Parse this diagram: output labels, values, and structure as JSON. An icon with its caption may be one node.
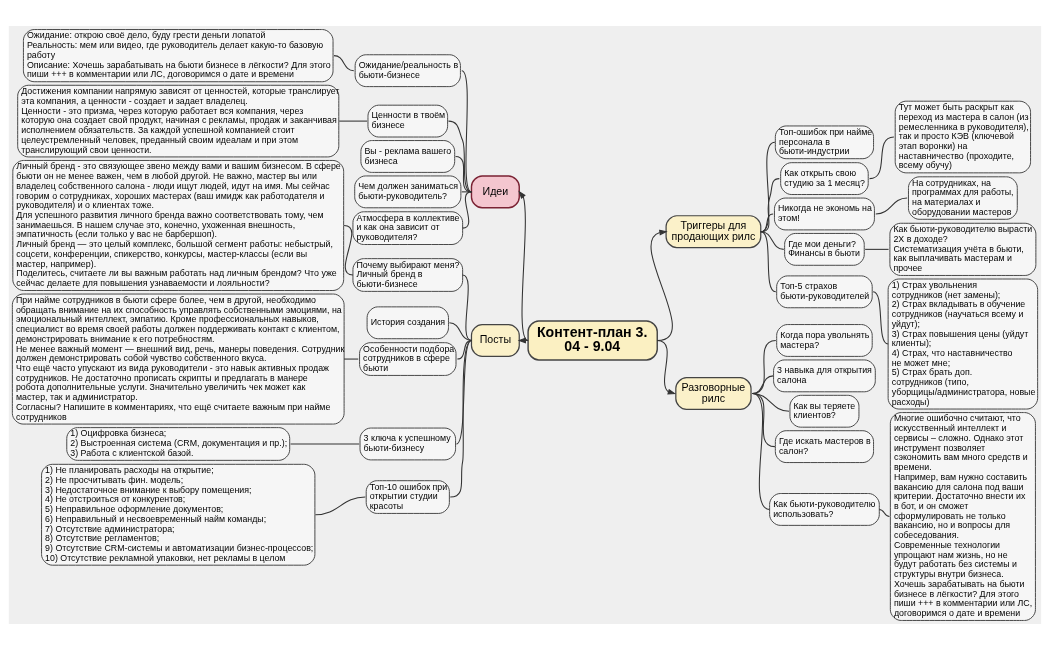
{
  "diagram": {
    "nodes": [
      {
        "text": [
          "Контент-план 3. 04 - 9.04"
        ]
      },
      {
        "text": [
          "Идеи"
        ]
      },
      {
        "text": [
          "Ожидание/реальность в бьюти-бизнесе"
        ]
      },
      {
        "text": [
          "Ожидание: открою своё дело, буду грести деньги лопатой",
          "Реальность: мем или видео, где руководитель делает какую-то базовую работу",
          "Описание: Хочешь зарабатывать на бьюти бизнесе в лёгкости? Для этого пиши +++ в комментарии или ЛС, договоримся о дате и времени"
        ]
      },
      {
        "text": [
          "Ценности в твоём бизнесе"
        ]
      },
      {
        "text": [
          "Достижения компании напрямую зависят от ценностей, которые транслирует эта компания, а ценности - создает и задает владелец.",
          "Ценности - это призма, через которую работает вся компания, через которую она создает свой продукт, начиная с рекламы, продаж и заканчивая исполнением обязательств. За каждой успешной компанией стоит целеустремленный человек, преданный своим идеалам и при этом транслирующий свои ценности."
        ]
      },
      {
        "text": [
          "Вы - реклама вашего бизнеса"
        ]
      },
      {
        "text": [
          "Чем должен заниматься бьюти-руководитель?"
        ]
      },
      {
        "text": [
          "Атмосфера в коллективе и как она зависит от руководителя?"
        ]
      },
      {
        "text": [
          "Триггеры для продающих рилс"
        ]
      },
      {
        "text": [
          "Топ-ошибок при найме персонала в бьюти-индустрии"
        ]
      },
      {
        "text": [
          "Как открыть свою студию за 1 месяц?"
        ]
      },
      {
        "text": [
          "Тут может быть раскрыт как переход из мастера в салон (из ремесленника в руководителя), так и просто КЭВ (ключевой этап воронки) на наставничество (проходите, всему обучу)"
        ]
      },
      {
        "text": [
          "Никогда не экономь на этом!"
        ]
      },
      {
        "text": [
          "На сотрудниках, на программах для работы, на материалах и оборудовании мастеров"
        ]
      },
      {
        "text": [
          "Где мои деньги? Финансы в бьюти"
        ]
      },
      {
        "text": [
          "Как бьюти-руководителю вырасти 2Х в доходе?",
          "Систематизация учёта в бьюти, как выплачивать мастерам и прочее"
        ]
      },
      {
        "text": [
          "Топ-5 страхов бьюти-руководителей"
        ]
      },
      {
        "text": [
          "1) Страх увольнения сотрудников (нет замены);",
          "2) Страх вкладывать в обучение сотрудников (научаться всему и уйдут);",
          "3) Страх повышения цены (уйдут клиенты);",
          "4) Страх, что наставничество не может мне;",
          "5) Страх брать доп. сотрудников (типо, уборщицы/администратора, новые расходы)"
        ]
      },
      {
        "text": [
          "Разговорные рилс"
        ]
      },
      {
        "text": [
          "Когда пора увольнять мастера?"
        ]
      },
      {
        "text": [
          "3 навыка для открытия салона"
        ]
      },
      {
        "text": [
          "Как вы теряете клиентов?"
        ]
      },
      {
        "text": [
          "Где искать мастеров в салон?"
        ]
      },
      {
        "text": [
          "Как бьюти-руководителю использовать?"
        ]
      },
      {
        "text": [
          "Многие ошибочно считают, что искусственный интеллект и сервисы – сложно. Однако этот инструмент позволяет сэкономить вам много средств и времени.",
          "Например, вам нужно составить вакансию для салона под ваши критерии. Достаточно внести их в бот, и он сможет сформулировать не только вакансию, но и вопросы для собеседования.",
          "Современные технологии упрощают нам жизнь, но не будут работать без системы и структуры внутри бизнеса. Хочешь зарабатывать на бьюти бизнесе в лёгкости? Для этого пиши +++ в комментарии или ЛС, договоримся о дате и времени"
        ]
      },
      {
        "text": [
          "Посты"
        ]
      },
      {
        "text": [
          "Почему выбирают меня? Личный бренд в бьюти-бизнесе"
        ]
      },
      {
        "text": [
          "Личный бренд - это связующее звено между вами и вашим бизнесом. В сфере бьюти он не менее важен, чем в любой другой. Не важно, мастер вы или владелец собственного салона - люди ищут людей, идут на имя. Мы сейчас говорим о сотрудниках, хороших мастерах (ваш имидж как работодателя и руководителя) и о клиентах тоже.",
          "Для успешного развития личного бренда важно соответствовать тому, чем занимаешься. В нашем случае это, конечно, ухоженная внешность, эмпатичность (если только у вас не барбершоп).",
          "Личный бренд — это целый комплекс, большой сегмент работы: небыстрый, соцсети, конференции, спикерство, конкурсы, мастер-классы (если вы мастер, например).",
          "Поделитесь, считаете ли вы важным работать над личным брендом? Что уже сейчас делаете для повышения узнаваемости и лояльности?"
        ]
      },
      {
        "text": [
          "История создания"
        ]
      },
      {
        "text": [
          "Особенности подбора сотрудников в сфере бьюти"
        ]
      },
      {
        "text": [
          "При найме сотрудников в бьюти сфере более, чем в другой, необходимо обращать внимание на их способность управлять собственными эмоциями, на эмоциональный интеллект, эмпатию. Кроме профессиональных навыков, специалист во время своей работы должен поддерживать контакт с клиентом, демонстрировать внимание к его потребностям.",
          "Не менее важный момент — внешний вид, речь, манеры поведения. Сотрудник должен демонстрировать собой чувство собственного вкуса.",
          "Что ещё часто упускают из вида руководители - это навык активных продаж сотрудников. Не достаточно прописать скрипты и предлагать в манере робота дополнительные услуги. Значительно увеличить чек может как мастер, так и администратор.",
          "Согласны? Напишите в комментариях, что ещё считаете важным при найме сотрудников"
        ]
      },
      {
        "text": [
          "3 ключа к успешному бьюти-бизнесу"
        ]
      },
      {
        "text": [
          "1) Оцифровка бизнеса;",
          "2) Выстроенная система (CRM, документация и пр.);",
          "3) Работа с клиентской базой."
        ]
      },
      {
        "text": [
          "Топ-10 ошибок при открытии студии красоты"
        ]
      },
      {
        "text": [
          "1) Не планировать расходы на открытие;",
          "2) Не просчитывать фин. модель;",
          "3) Недостаточное внимание к выбору помещения;",
          "4) Не отстроиться от конкурентов;",
          "5) Неправильное оформление документов;",
          "6) Неправильный и несвоевременный найм команды;",
          "7) Отсутствие администратора;",
          "8) Отсутствие регламентов;",
          "9) Отсутствие CRM-системы и автоматизации бизнес-процессов;",
          "10) Отсутствие рекламной упаковки, нет рекламы в целом"
        ]
      }
    ],
    "edges": [
      {
        "from": 0,
        "to": 1,
        "arrow": "to"
      },
      {
        "from": 0,
        "to": 9,
        "arrow": "to"
      },
      {
        "from": 0,
        "to": 19,
        "arrow": "to"
      },
      {
        "from": 0,
        "to": 26,
        "arrow": "to"
      },
      {
        "from": 1,
        "to": 2,
        "arrow": "none"
      },
      {
        "from": 2,
        "to": 3,
        "arrow": "none"
      },
      {
        "from": 1,
        "to": 4,
        "arrow": "none"
      },
      {
        "from": 4,
        "to": 5,
        "arrow": "none"
      },
      {
        "from": 1,
        "to": 6,
        "arrow": "none"
      },
      {
        "from": 1,
        "to": 7,
        "arrow": "none"
      },
      {
        "from": 1,
        "to": 8,
        "arrow": "none"
      },
      {
        "from": 9,
        "to": 10,
        "arrow": "none"
      },
      {
        "from": 9,
        "to": 11,
        "arrow": "none"
      },
      {
        "from": 11,
        "to": 12,
        "arrow": "none"
      },
      {
        "from": 9,
        "to": 13,
        "arrow": "none"
      },
      {
        "from": 13,
        "to": 14,
        "arrow": "none"
      },
      {
        "from": 9,
        "to": 15,
        "arrow": "none"
      },
      {
        "from": 15,
        "to": 16,
        "arrow": "none"
      },
      {
        "from": 9,
        "to": 17,
        "arrow": "none"
      },
      {
        "from": 17,
        "to": 18,
        "arrow": "none"
      },
      {
        "from": 19,
        "to": 20,
        "arrow": "none"
      },
      {
        "from": 19,
        "to": 21,
        "arrow": "none"
      },
      {
        "from": 19,
        "to": 22,
        "arrow": "none"
      },
      {
        "from": 19,
        "to": 23,
        "arrow": "none"
      },
      {
        "from": 19,
        "to": 24,
        "arrow": "none"
      },
      {
        "from": 24,
        "to": 25,
        "arrow": "none"
      },
      {
        "from": 26,
        "to": 27,
        "arrow": "none"
      },
      {
        "from": 27,
        "to": 28,
        "arrow": "none"
      },
      {
        "from": 26,
        "to": 29,
        "arrow": "none"
      },
      {
        "from": 26,
        "to": 30,
        "arrow": "none"
      },
      {
        "from": 30,
        "to": 31,
        "arrow": "none"
      },
      {
        "from": 26,
        "to": 32,
        "arrow": "none"
      },
      {
        "from": 32,
        "to": 33,
        "arrow": "none"
      },
      {
        "from": 26,
        "to": 34,
        "arrow": "none"
      },
      {
        "from": 34,
        "to": 35,
        "arrow": "none"
      }
    ]
  }
}
